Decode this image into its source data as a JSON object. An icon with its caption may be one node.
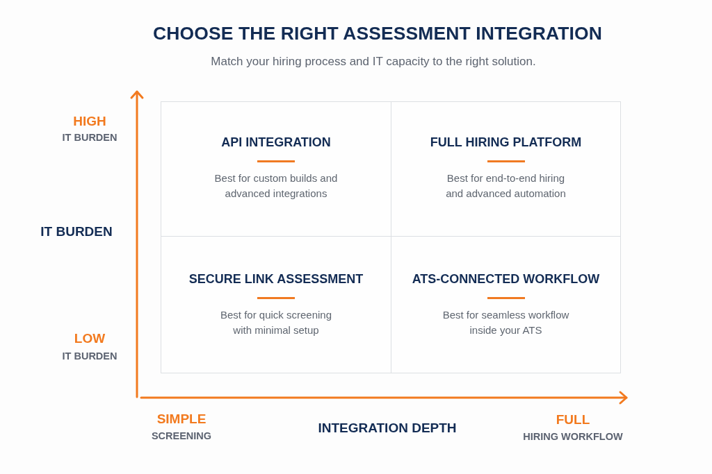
{
  "diagram": {
    "title": "CHOOSE THE RIGHT ASSESSMENT INTEGRATION",
    "nodes": [
      {
        "text": [
          "API INTEGRATION",
          "Best for custom builds and advanced integrations"
        ]
      },
      {
        "text": [
          "FULL HIRING PLATFORM",
          "Best for end-to-end hiring and advanced automation"
        ]
      },
      {
        "text": [
          "SECURE LINK ASSESSMENT",
          "Best for quick screening with minimal setup"
        ]
      },
      {
        "text": [
          "ATS-CONNECTED WORKFLOW",
          "Best for seamless workflow inside your ATS"
        ]
      }
    ],
    "labels": [
      "Match your hiring process and IT capacity to the right solution.",
      "HIGH",
      "IT BURDEN",
      "IT BURDEN",
      "LOW",
      "IT BURDEN",
      "SIMPLE",
      "SCREENING",
      "INTEGRATION DEPTH",
      "FULL",
      "HIRING WORKFLOW"
    ]
  }
}
